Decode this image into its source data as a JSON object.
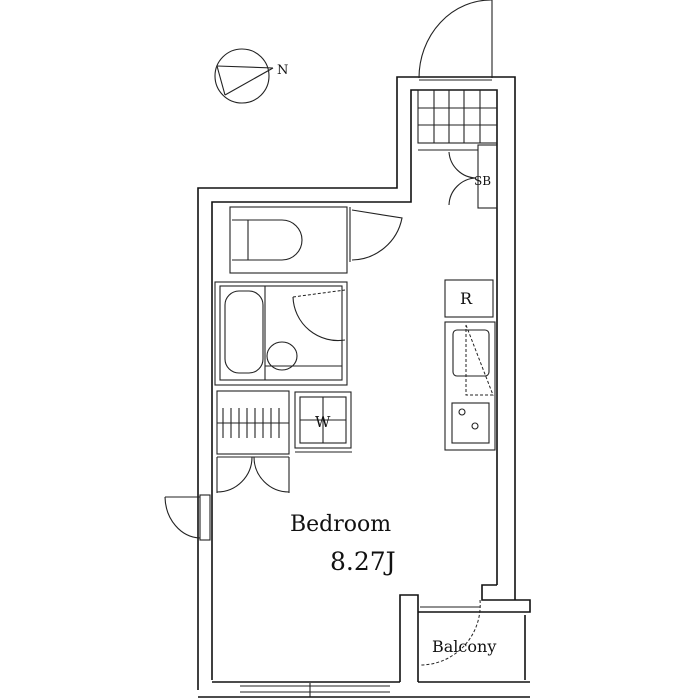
{
  "compass": {
    "label": "N"
  },
  "rooms": {
    "bedroom": {
      "name": "Bedroom",
      "size": "8.27J"
    },
    "balcony": {
      "name": "Balcony"
    },
    "shoe_box": {
      "label": "SB"
    },
    "refrigerator": {
      "label": "R"
    },
    "washer": {
      "label": "W"
    }
  }
}
